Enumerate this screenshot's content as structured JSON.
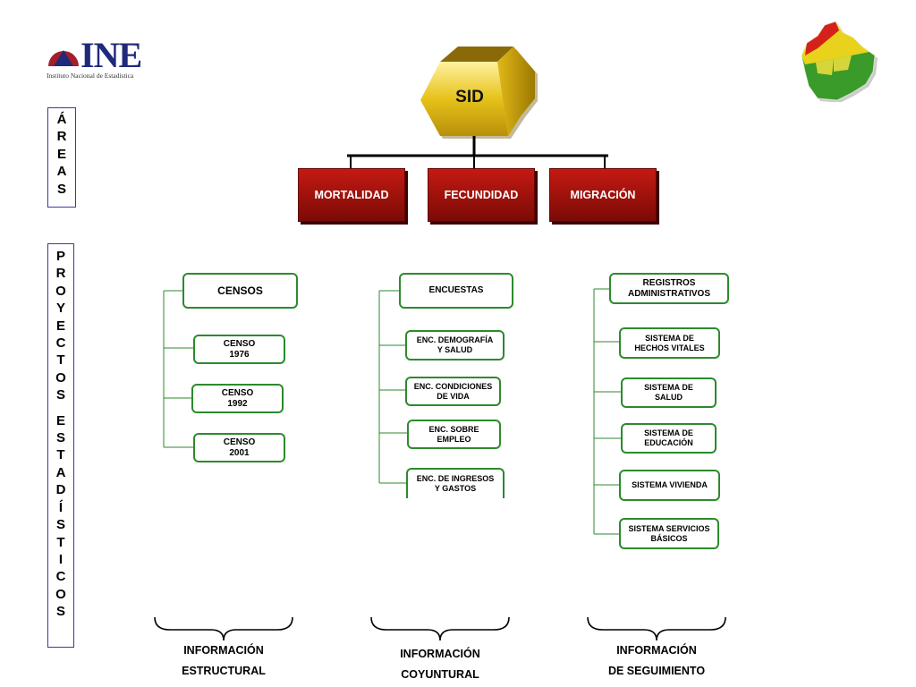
{
  "logo": {
    "text": "INE",
    "subtitle": "Instituto Nacional de Estadística"
  },
  "areas_label": [
    "Á",
    "R",
    "E",
    "A",
    "S"
  ],
  "proyectos_label": [
    "P",
    "R",
    "O",
    "Y",
    "E",
    "C",
    "T",
    "O",
    "S",
    "",
    "E",
    "S",
    "T",
    "A",
    "D",
    "Í",
    "S",
    "T",
    "I",
    "C",
    "O",
    "S"
  ],
  "root": {
    "label": "SID",
    "color": "#e6c21a"
  },
  "areas": [
    "MORTALIDAD",
    "FECUNDIDAD",
    "MIGRACIÓN"
  ],
  "columns": [
    {
      "header": "CENSOS",
      "items": [
        [
          "CENSO",
          "1976"
        ],
        [
          "CENSO",
          "1992"
        ],
        [
          "CENSO",
          "2001"
        ]
      ],
      "footer": [
        "INFORMACIÓN",
        "ESTRUCTURAL"
      ]
    },
    {
      "header": "ENCUESTAS",
      "items": [
        [
          "ENC. DEMOGRAFÍA",
          "Y SALUD"
        ],
        [
          "ENC. CONDICIONES",
          "DE VIDA"
        ],
        [
          "ENC. SOBRE",
          "EMPLEO"
        ],
        [
          "ENC. DE INGRESOS",
          "Y GASTOS"
        ]
      ],
      "footer": [
        "INFORMACIÓN",
        "COYUNTURAL"
      ]
    },
    {
      "header": [
        "REGISTROS",
        "ADMINISTRATIVOS"
      ],
      "items": [
        [
          "SISTEMA DE",
          "HECHOS VITALES"
        ],
        [
          "SISTEMA DE",
          "SALUD"
        ],
        [
          "SISTEMA DE",
          "EDUCACIÓN"
        ],
        [
          "SISTEMA VIVIENDA"
        ],
        [
          "SISTEMA SERVICIOS",
          "BÁSICOS"
        ]
      ],
      "footer": [
        "INFORMACIÓN",
        "DE SEGUIMIENTO"
      ]
    }
  ],
  "colors": {
    "red_box": "#b3140d",
    "green_border": "#2d8a2d",
    "label_border": "#3a3aa0",
    "logo_blue": "#1f2a7a",
    "logo_red": "#a3202a"
  }
}
